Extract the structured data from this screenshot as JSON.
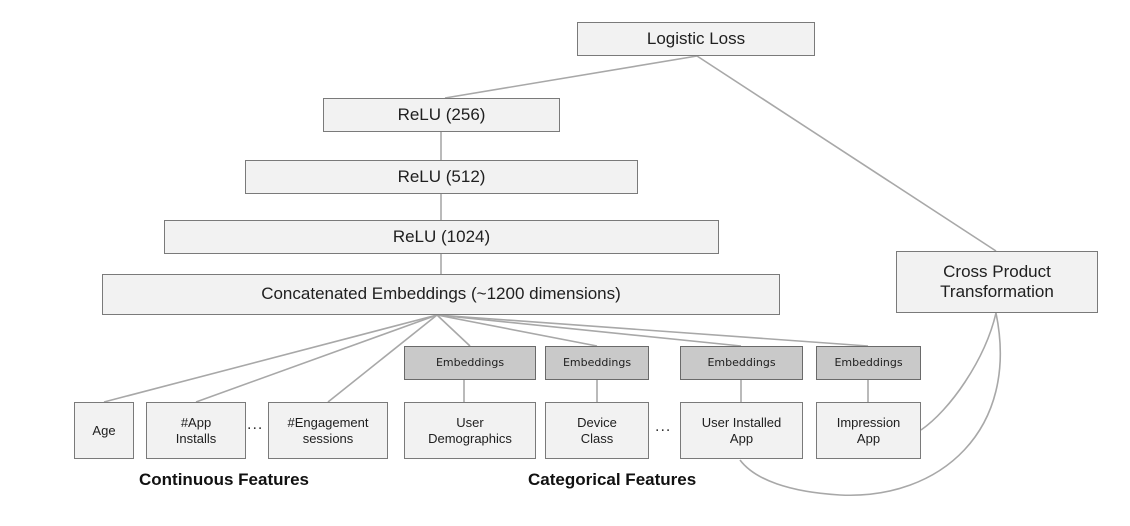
{
  "layers": {
    "logistic_loss": "Logistic Loss",
    "relu_256": "ReLU (256)",
    "relu_512": "ReLU (512)",
    "relu_1024": "ReLU (1024)",
    "concat": "Concatenated Embeddings (~1200 dimensions)"
  },
  "cross_product": "Cross Product\nTransformation",
  "embeddings_label": "Embeddings",
  "continuous": {
    "label": "Continuous Features",
    "features": [
      "Age",
      "#App\nInstalls",
      "#Engagement\nsessions"
    ]
  },
  "categorical": {
    "label": "Categorical Features",
    "features": [
      "User\nDemographics",
      "Device\nClass",
      "User Installed\nApp",
      "Impression\nApp"
    ]
  },
  "ellipsis": "..."
}
